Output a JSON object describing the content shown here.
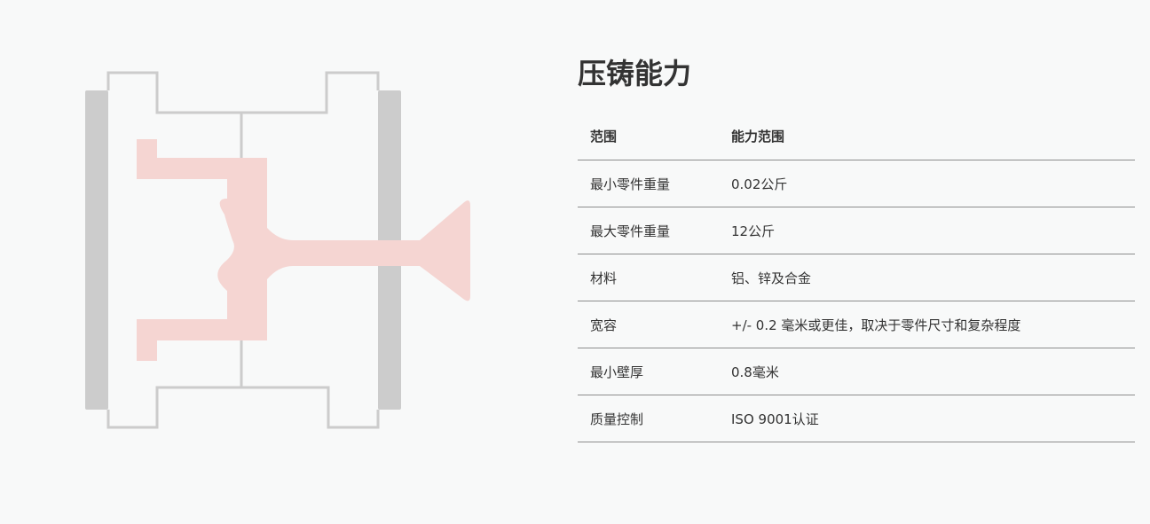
{
  "section": {
    "title": "压铸能力"
  },
  "table": {
    "headers": [
      "范围",
      "能力范围"
    ],
    "rows": [
      [
        "最小零件重量",
        "0.02公斤"
      ],
      [
        "最大零件重量",
        "12公斤"
      ],
      [
        "材料",
        "铝、锌及合金"
      ],
      [
        "宽容",
        "+/- 0.2 毫米或更佳，取决于零件尺寸和复杂程度"
      ],
      [
        "最小壁厚",
        "0.8毫米"
      ],
      [
        "质量控制",
        "ISO 9001认证"
      ]
    ]
  },
  "illustration": {
    "icon": "die-casting-mold-diagram",
    "colors": {
      "mold_frame": "#cccccc",
      "mold_outline": "#cccccc",
      "casting_part": "#f5d5d2"
    }
  }
}
